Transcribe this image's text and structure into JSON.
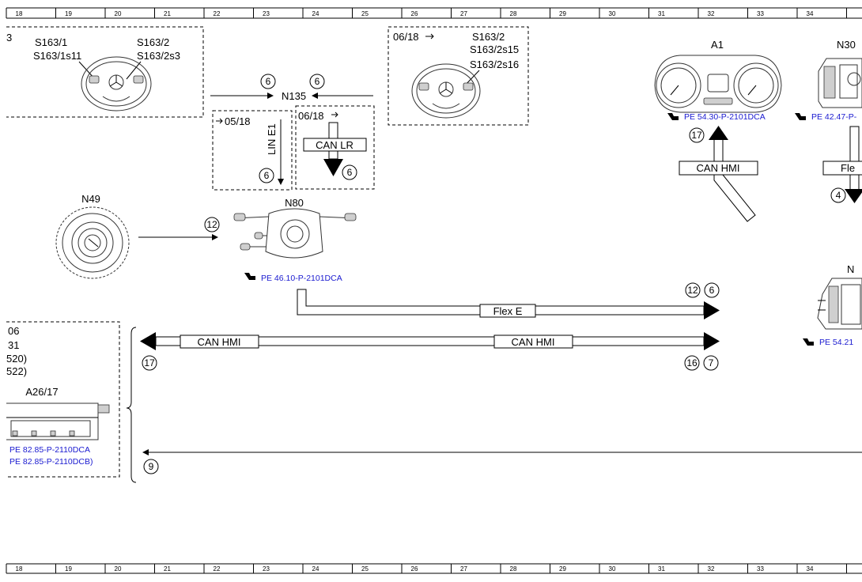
{
  "ruler": {
    "numbers": [
      "18",
      "19",
      "20",
      "21",
      "22",
      "23",
      "24",
      "25",
      "26",
      "27",
      "28",
      "29",
      "30",
      "31",
      "32",
      "33",
      "34"
    ]
  },
  "components": {
    "left_wheel": {
      "partial_label": "3",
      "s1": "S163/1",
      "s1s": "S163/1s11",
      "s2": "S163/2",
      "s2s": "S163/2s3"
    },
    "right_wheel": {
      "date": "06/18",
      "s2": "S163/2",
      "s2a": "S163/2s15",
      "s2b": "S163/2s16"
    },
    "n135": {
      "label": "N135",
      "lin_date": "05/18",
      "lin_label": "LIN E1",
      "can_date": "06/18",
      "can_label": "CAN LR"
    },
    "a1": {
      "label": "A1",
      "ref": "PE 54.30-P-2101DCA",
      "bus": "CAN HMI",
      "circle": "17"
    },
    "n30": {
      "label": "N30",
      "ref": "PE 42.47-P-",
      "bus": "Fle",
      "circle": "4"
    },
    "n49": {
      "label": "N49"
    },
    "n80": {
      "label": "N80",
      "ref": "PE 46.10-P-2101DCA"
    },
    "right_module": {
      "label": "N",
      "ref": "PE 54.21"
    },
    "a26": {
      "lines": [
        "06",
        "31",
        "520)",
        "522)"
      ],
      "label": "A26/17",
      "ref1": "PE 82.85-P-2110DCA",
      "ref2": "PE 82.85-P-2110DCB)"
    }
  },
  "buses": {
    "flex_e": "Flex E",
    "can_hmi_left": "CAN HMI",
    "can_hmi_right": "CAN HMI"
  },
  "circles": {
    "c6_a": "6",
    "c6_b": "6",
    "c6_lin": "6",
    "c6_can": "6",
    "c12_n49": "12",
    "c12_flex": "12",
    "c6_flex": "6",
    "c17_left": "17",
    "c16": "16",
    "c7": "7",
    "c9": "9"
  }
}
